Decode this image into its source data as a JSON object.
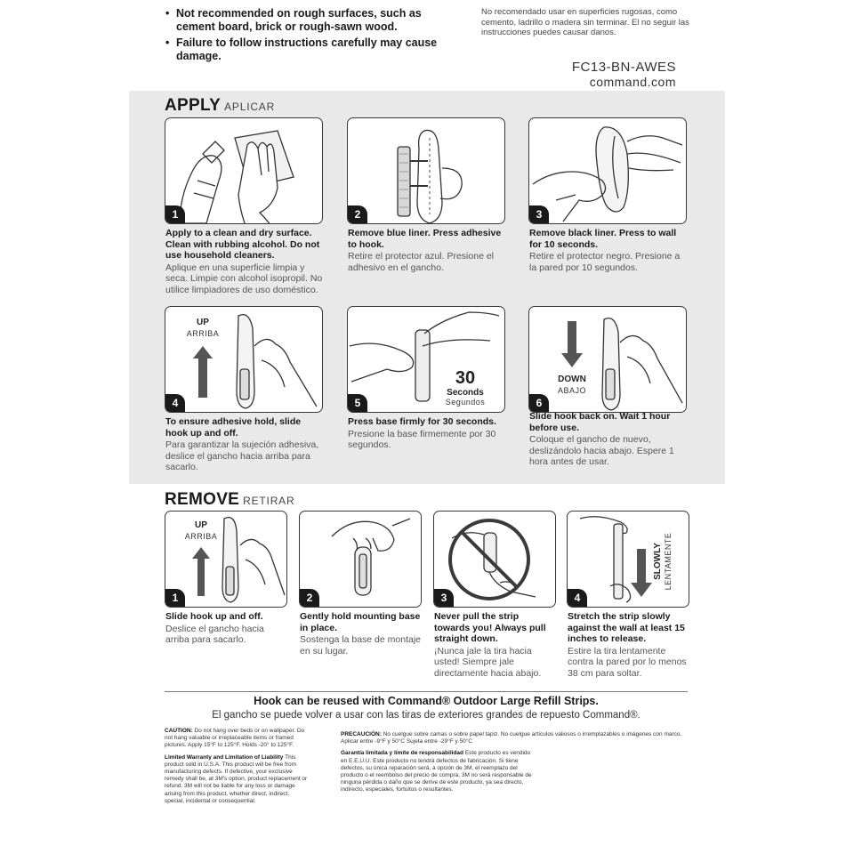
{
  "warnings_en": [
    "Not recommended on rough surfaces, such as cement board, brick or rough-sawn wood.",
    "Failure to follow instructions carefully may cause damage."
  ],
  "warnings_es": "No recomendado usar en superficies rugosas, como cemento, ladrillo o madera sin terminar. El no seguir las instrucciones puedes causar danos.",
  "product_code": "FC13-BN-AWES",
  "website": "command.com",
  "apply": {
    "title": "APPLY",
    "subtitle": "APLICAR",
    "steps": [
      {
        "num": "1",
        "en": "Apply to a clean and dry surface. Clean with rubbing alcohol. Do not use household cleaners.",
        "es": "Aplique en una superficie limpia y seca. Limpie con alcohol isopropil. No utilice limpiadores de uso doméstico."
      },
      {
        "num": "2",
        "en": "Remove blue liner. Press adhesive to hook.",
        "es": "Retire el protector azul. Presione el adhesivo en el gancho."
      },
      {
        "num": "3",
        "en": "Remove black liner. Press to wall for 10 seconds.",
        "es": "Retire el protector negro. Presione a la pared por 10 segundos."
      },
      {
        "num": "4",
        "en": "To ensure adhesive hold, slide hook up and off.",
        "es": "Para garantizar la sujeción adhesiva, deslice el gancho hacia arriba para sacarlo."
      },
      {
        "num": "5",
        "en": "Press base firmly for 30 seconds.",
        "es": "Presione la base firmemente por 30 segundos."
      },
      {
        "num": "6",
        "en": "Slide hook back on. Wait 1 hour before use.",
        "es": "Coloque el gancho de nuevo, deslizándolo hacia abajo. Espere 1 hora antes de usar."
      }
    ],
    "labels": {
      "up": "UP",
      "arriba": "ARRIBA",
      "thirty": "30",
      "seconds": "Seconds",
      "segundos": "Segundos",
      "down": "DOWN",
      "abajo": "ABAJO"
    }
  },
  "remove": {
    "title": "REMOVE",
    "subtitle": "RETIRAR",
    "steps": [
      {
        "num": "1",
        "en": "Slide hook up and off.",
        "es": "Deslice el gancho hacia arriba para sacarlo."
      },
      {
        "num": "2",
        "en": "Gently hold mounting base in place.",
        "es": "Sostenga la base de montaje en su lugar."
      },
      {
        "num": "3",
        "en": "Never pull the strip towards you! Always pull straight down.",
        "es": "¡Nunca jale la tira hacia usted! Siempre jale directamente hacia abajo."
      },
      {
        "num": "4",
        "en": "Stretch the strip slowly against the wall at least 15 inches to release.",
        "es": "Estire la tira lentamente contra la pared por lo menos 38 cm para soltar."
      }
    ],
    "labels": {
      "up": "UP",
      "arriba": "ARRIBA",
      "slowly": "SLOWLY",
      "lentamente": "LENTAMENTE"
    }
  },
  "reuse_en": "Hook can be reused with Command® Outdoor Large Refill Strips.",
  "reuse_es": "El gancho se puede volver a usar con las tiras de exteriores grandes de repuesto Command®.",
  "fine_print": {
    "caution_head": "CAUTION:",
    "caution_body": "Do not hang over beds or on wallpaper. Do not hang valuable or irreplaceable items or framed pictures. Apply 15°F to 125°F. Holds -20° to 125°F.",
    "warranty_head": "Limited Warranty and Limitation of Liability",
    "warranty_body": "This product sold in U.S.A. This product will be free from manufacturing defects. If defective, your exclusive remedy shall be, at 3M's option, product replacement or refund. 3M will not be liable for any loss or damage arising from this product, whether direct, indirect, special, incidental or consequential.",
    "precaucion_head": "PRECAUCIÓN:",
    "precaucion_body": "No cuelgue sobre camas o sobre papel tapiz. No cuelgue artículos valiosos o irremplazables o imágenes con marco. Aplicar entre -9°F y 50°C Sujeta entre -29°F y 50°C",
    "garantia_head": "Garantía limitada y límite de responsabilidad",
    "garantia_body": "Este producto es vendido en E.E.U.U. Este producto no tendrá defectos de fabricación. Si tiene defectos, su única reparación será, a opción de 3M, el reemplazo del producto o el reembolso del precio de compra. 3M no será responsable de ninguna pérdida o daño que se derive de este producto, ya sea directo, indirecto, especiales, fortuitos o resultantes."
  }
}
